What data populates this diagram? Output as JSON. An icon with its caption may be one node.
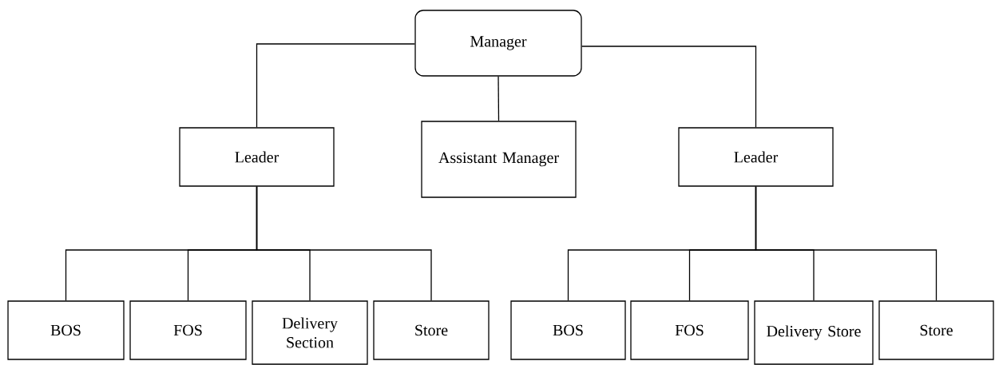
{
  "diagram": {
    "nodes": [
      {
        "text": [
          "Manager"
        ]
      },
      {
        "text": [
          "Leader"
        ]
      },
      {
        "text": [
          "Assistant Manager"
        ]
      },
      {
        "text": [
          "Leader"
        ]
      },
      {
        "text": [
          "BOS"
        ]
      },
      {
        "text": [
          "FOS"
        ]
      },
      {
        "text": [
          "Delivery Section"
        ]
      },
      {
        "text": [
          "Store"
        ]
      },
      {
        "text": [
          "BOS"
        ]
      },
      {
        "text": [
          "FOS"
        ]
      },
      {
        "text": [
          "Delivery Store"
        ]
      },
      {
        "text": [
          "Store"
        ]
      }
    ],
    "edges": [
      {
        "from": 0,
        "to": 1,
        "arrow": "none"
      },
      {
        "from": 0,
        "to": 2,
        "arrow": "none"
      },
      {
        "from": 0,
        "to": 3,
        "arrow": "none"
      },
      {
        "from": 1,
        "to": 4,
        "arrow": "none"
      },
      {
        "from": 1,
        "to": 5,
        "arrow": "none"
      },
      {
        "from": 1,
        "to": 6,
        "arrow": "none"
      },
      {
        "from": 1,
        "to": 7,
        "arrow": "none"
      },
      {
        "from": 3,
        "to": 8,
        "arrow": "none"
      },
      {
        "from": 3,
        "to": 9,
        "arrow": "none"
      },
      {
        "from": 3,
        "to": 10,
        "arrow": "none"
      },
      {
        "from": 3,
        "to": 11,
        "arrow": "none"
      }
    ]
  }
}
